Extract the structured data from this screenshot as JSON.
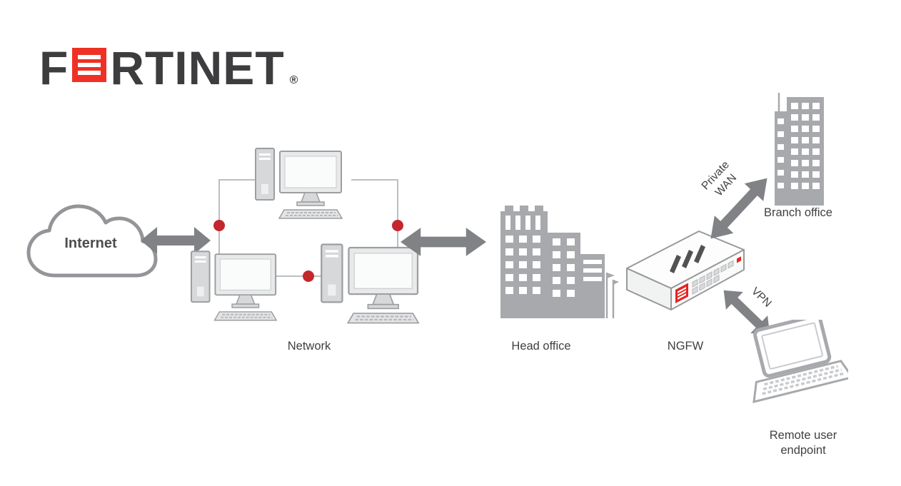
{
  "brand": {
    "wordmark_prefix": "F",
    "wordmark_suffix": "RTINET",
    "registered_mark": "®"
  },
  "labels": {
    "internet": "Internet",
    "network": "Network",
    "head_office": "Head office",
    "ngfw": "NGFW",
    "private_wan": "Private WAN",
    "branch_office": "Branch office",
    "vpn": "VPN",
    "remote_user": "Remote user endpoint"
  },
  "icons": {
    "internet": "cloud-icon",
    "network_node": "workstation-icon",
    "network_link_node": "red-dot",
    "head_office": "office-building-icon",
    "branch_office": "branch-building-icon",
    "ngfw": "firewall-appliance-icon",
    "remote_user": "laptop-icon",
    "link": "double-arrow-icon",
    "brand": "fortinet-grille-icon"
  },
  "colors": {
    "brand_red": "#ee3124",
    "node_red": "#c4262e",
    "diagram_gray": "#a7a9ac",
    "arrow_gray": "#808285",
    "line_gray": "#bcbec0",
    "text_dark": "#414042",
    "background": "#ffffff"
  }
}
